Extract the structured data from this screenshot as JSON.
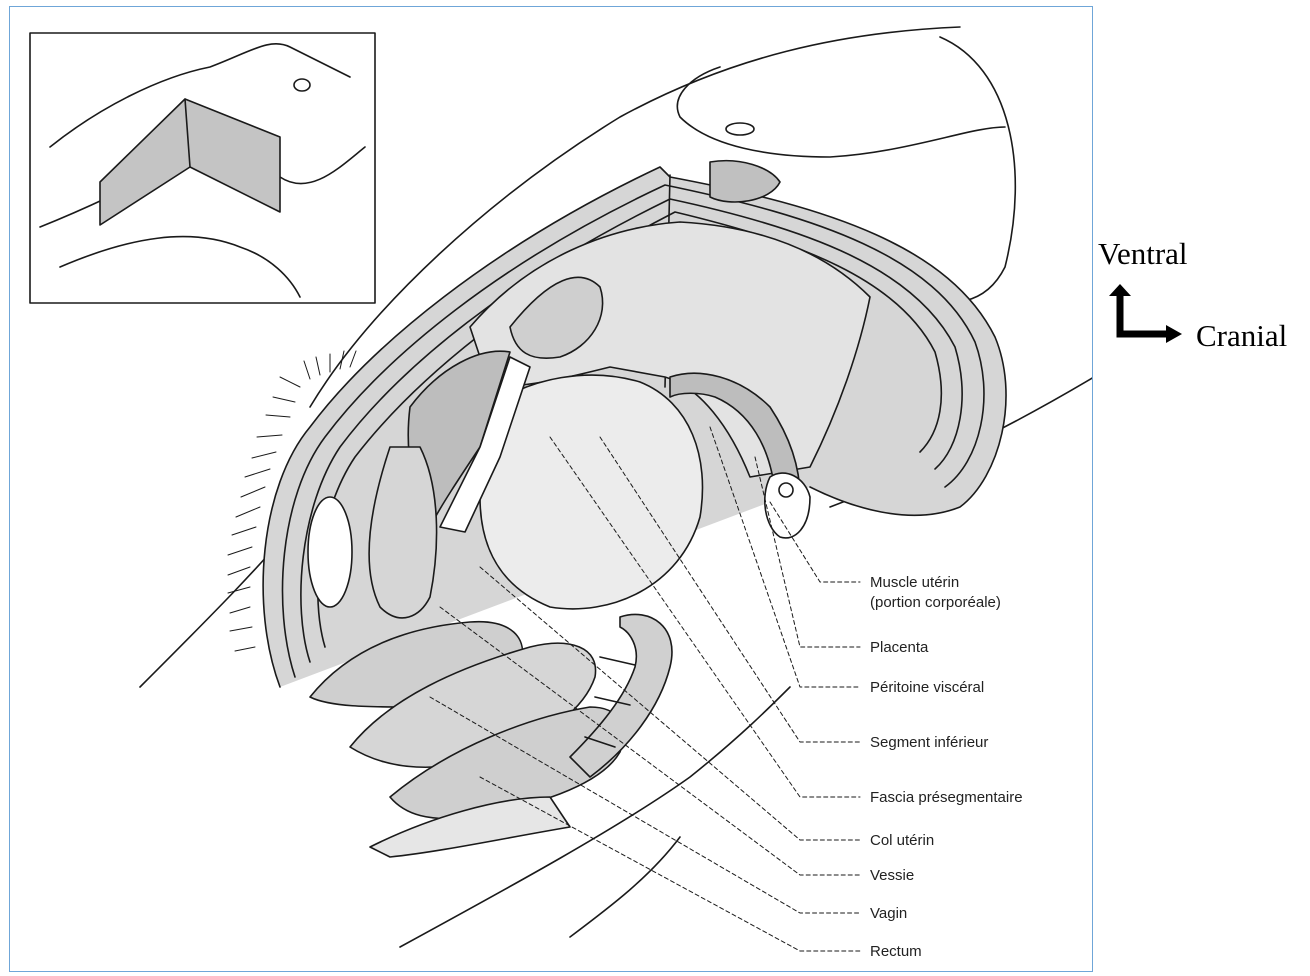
{
  "labels": [
    "Muscle utérin",
    "(portion corporéale)",
    "Placenta",
    "Péritoine viscéral",
    "Segment inférieur",
    "Fascia présegmentaire",
    "Col utérin",
    "Vessie",
    "Vagin",
    "Rectum"
  ],
  "orientation": {
    "ventral": "Ventral",
    "cranial": "Cranial"
  },
  "colors": {
    "frame_border": "#6fa6d8",
    "tissue_fill": "#d6d6d6",
    "line": "#1a1a1a"
  }
}
